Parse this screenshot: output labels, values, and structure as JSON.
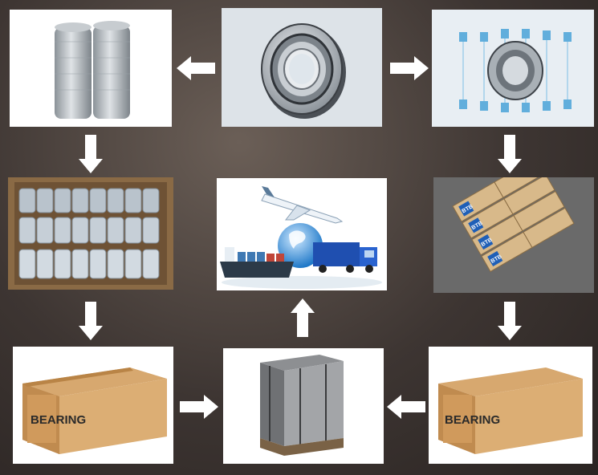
{
  "boxes": {
    "left_carton_label": "BEARING",
    "right_carton_label": "BEARING",
    "inner_box_brand": "BTB"
  }
}
